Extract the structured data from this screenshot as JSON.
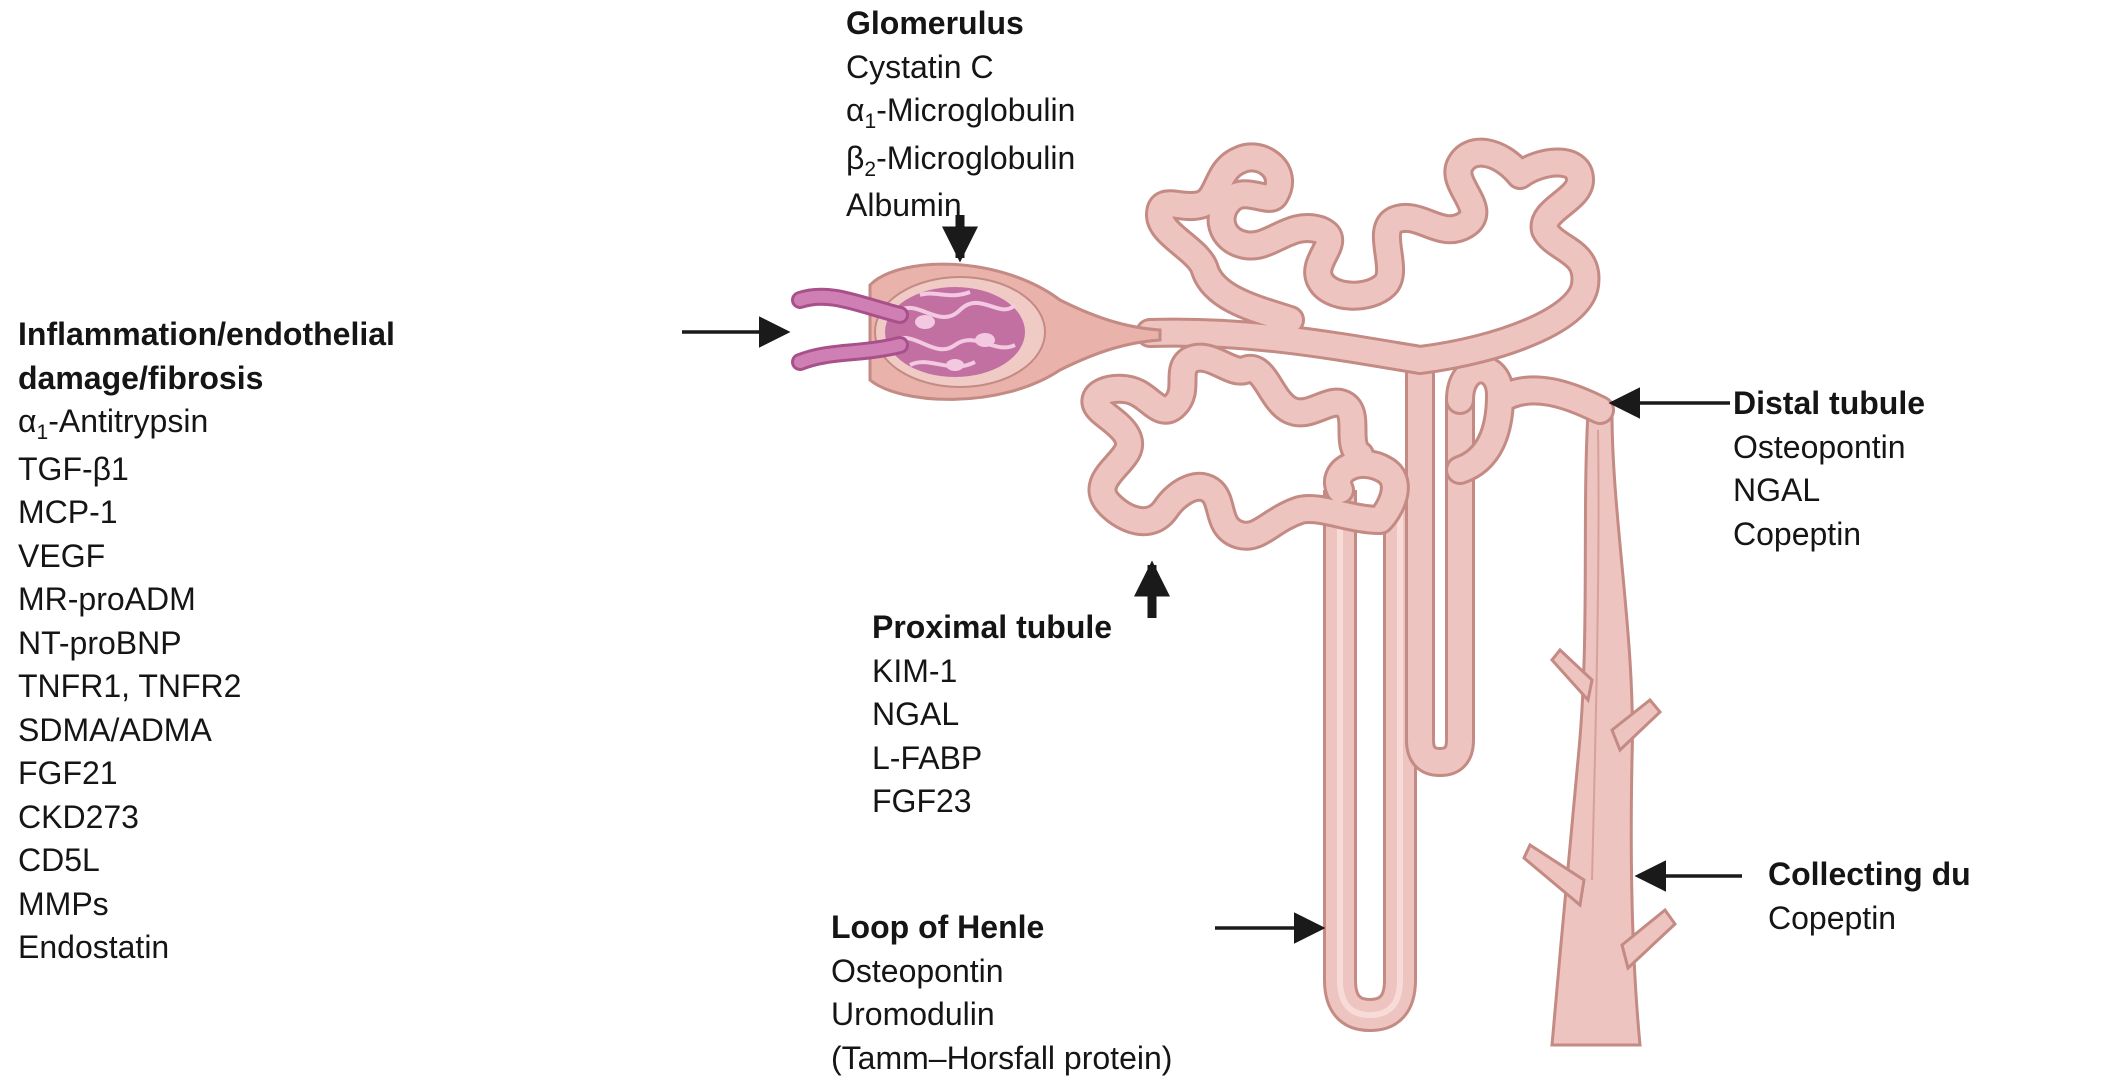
{
  "colors": {
    "tubule_fill": "#edc4bf",
    "tubule_outline": "#c48a84",
    "tubule_lumen": "#f6dbd6",
    "glomerulus_tuft": "#b8609a",
    "capsule_fill": "#e9b2aa",
    "arrow": "#1a1a1a",
    "text": "#151515"
  },
  "glomerulus": {
    "heading": "Glomerulus",
    "item1": "Cystatin C",
    "item2_greek": "α",
    "item2_sub": "1",
    "item2_rest": "-Microglobulin",
    "item3_greek": "β",
    "item3_sub": "2",
    "item3_rest": "-Microglobulin",
    "item4": "Albumin"
  },
  "inflammation": {
    "heading_line1": "Inflammation/endothelial",
    "heading_line2": "damage/fibrosis",
    "first_greek": "α",
    "first_sub": "1",
    "first_rest": "-Antitrypsin",
    "items": [
      "TGF-β1",
      "MCP-1",
      "VEGF",
      "MR-proADM",
      "NT-proBNP",
      "TNFR1, TNFR2",
      "SDMA/ADMA",
      "FGF21",
      "CKD273",
      "CD5L",
      "MMPs",
      "Endostatin"
    ]
  },
  "distal": {
    "heading": "Distal tubule",
    "items": [
      "Osteopontin",
      "NGAL",
      "Copeptin"
    ]
  },
  "proximal": {
    "heading": "Proximal tubule",
    "items": [
      "KIM-1",
      "NGAL",
      "L-FABP",
      "FGF23"
    ]
  },
  "loop": {
    "heading": "Loop of Henle",
    "items": [
      "Osteopontin",
      "Uromodulin",
      "(Tamm–Horsfall protein)"
    ]
  },
  "collecting": {
    "heading": "Collecting du",
    "items": [
      "Copeptin"
    ]
  }
}
